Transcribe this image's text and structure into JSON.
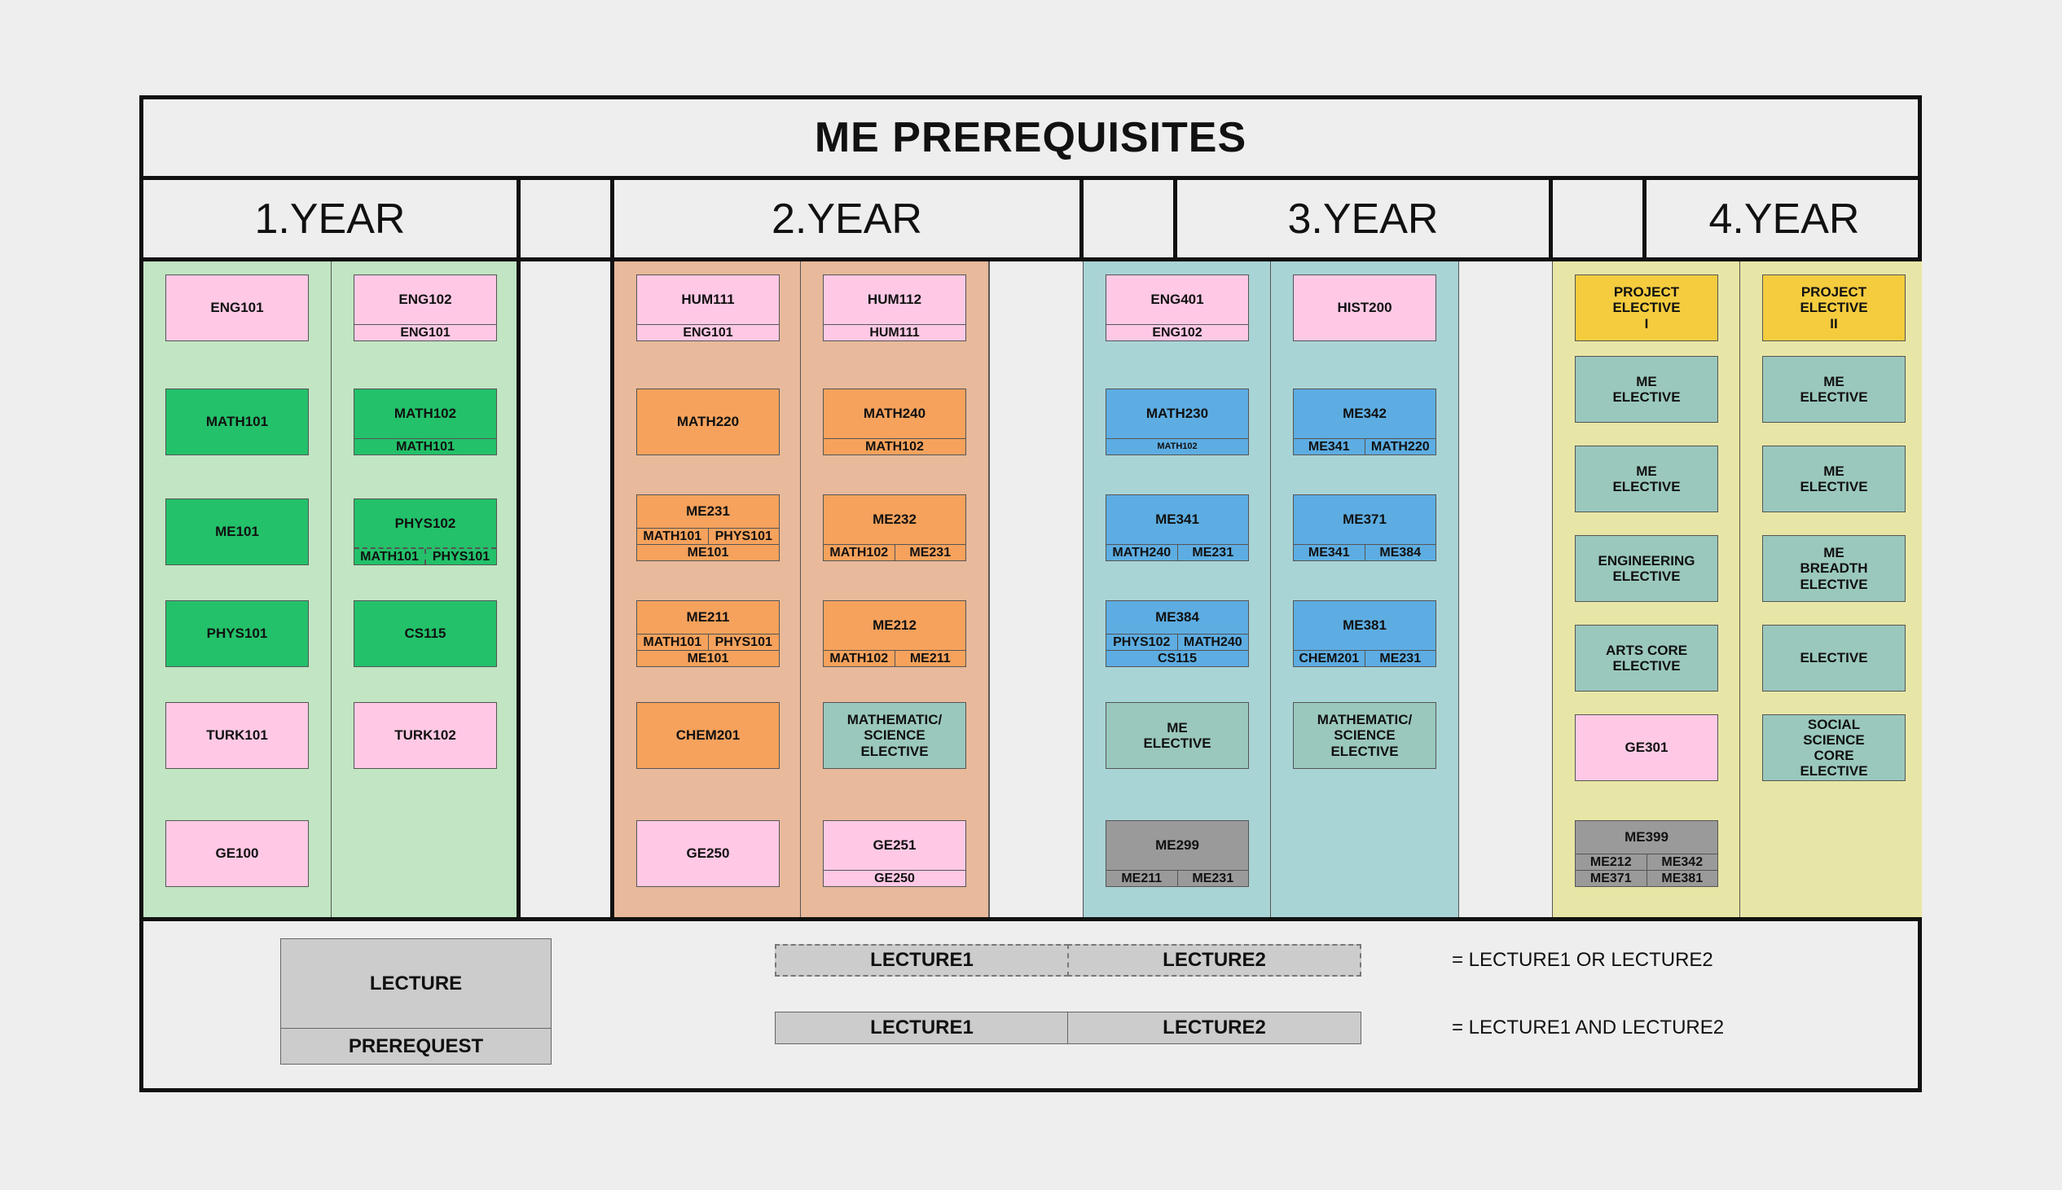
{
  "title": "ME PREREQUISITES",
  "years": [
    "1.YEAR",
    "2.YEAR",
    "3.YEAR",
    "4.YEAR"
  ],
  "colors": {
    "year1_bg": "#c2e5c3",
    "year2_bg": "#e8b99b",
    "year3_bg": "#a9d4d6",
    "year4_bg": "#e8e6a6",
    "pink": "#ffc9e5",
    "green": "#23c16a",
    "orange": "#f6a25c",
    "blue": "#5dade2",
    "teal": "#9ac8bd",
    "yellow": "#f4cc3e",
    "gray": "#9a9a9a"
  },
  "columns": [
    {
      "courses": [
        {
          "name": "ENG101",
          "color": "pink",
          "prereq": []
        },
        {
          "name": "MATH101",
          "color": "green",
          "prereq": []
        },
        {
          "name": "ME101",
          "color": "green",
          "prereq": []
        },
        {
          "name": "PHYS101",
          "color": "green",
          "prereq": []
        },
        {
          "name": "TURK101",
          "color": "pink",
          "prereq": []
        },
        {
          "name": "GE100",
          "color": "pink",
          "prereq": []
        }
      ]
    },
    {
      "courses": [
        {
          "name": "ENG102",
          "color": "pink",
          "prereq": [
            [
              "ENG101"
            ]
          ]
        },
        {
          "name": "MATH102",
          "color": "green",
          "prereq": [
            [
              "MATH101"
            ]
          ]
        },
        {
          "name": "PHYS102",
          "color": "green",
          "prereq": [
            [
              "MATH101",
              "PHYS101"
            ]
          ],
          "or": true
        },
        {
          "name": "CS115",
          "color": "green",
          "prereq": []
        },
        {
          "name": "TURK102",
          "color": "pink",
          "prereq": []
        }
      ]
    },
    {
      "courses": [
        {
          "name": "HUM111",
          "color": "pink",
          "prereq": [
            [
              "ENG101"
            ]
          ]
        },
        {
          "name": "MATH220",
          "color": "orange",
          "prereq": []
        },
        {
          "name": "ME231",
          "color": "orange",
          "prereq": [
            [
              "MATH101",
              "PHYS101"
            ],
            [
              "ME101"
            ]
          ]
        },
        {
          "name": "ME211",
          "color": "orange",
          "prereq": [
            [
              "MATH101",
              "PHYS101"
            ],
            [
              "ME101"
            ]
          ]
        },
        {
          "name": "CHEM201",
          "color": "orange",
          "prereq": []
        },
        {
          "name": "GE250",
          "color": "pink",
          "prereq": []
        }
      ]
    },
    {
      "courses": [
        {
          "name": "HUM112",
          "color": "pink",
          "prereq": [
            [
              "HUM111"
            ]
          ]
        },
        {
          "name": "MATH240",
          "color": "orange",
          "prereq": [
            [
              "MATH102"
            ]
          ]
        },
        {
          "name": "ME232",
          "color": "orange",
          "prereq": [
            [
              "MATH102",
              "ME231"
            ]
          ]
        },
        {
          "name": "ME212",
          "color": "orange",
          "prereq": [
            [
              "MATH102",
              "ME211"
            ]
          ]
        },
        {
          "name": "MATHEMATIC/\nSCIENCE\nELECTIVE",
          "color": "teal",
          "prereq": []
        },
        {
          "name": "GE251",
          "color": "pink",
          "prereq": [
            [
              "GE250"
            ]
          ]
        }
      ]
    },
    {
      "courses": [
        {
          "name": "ENG401",
          "color": "pink",
          "prereq": [
            [
              "ENG102"
            ]
          ]
        },
        {
          "name": "MATH230",
          "color": "blue",
          "prereq": [
            [
              "MATH102"
            ]
          ],
          "small": true
        },
        {
          "name": "ME341",
          "color": "blue",
          "prereq": [
            [
              "MATH240",
              "ME231"
            ]
          ]
        },
        {
          "name": "ME384",
          "color": "blue",
          "prereq": [
            [
              "PHYS102",
              "MATH240"
            ],
            [
              "CS115"
            ]
          ]
        },
        {
          "name": "ME\nELECTIVE",
          "color": "teal",
          "prereq": []
        },
        {
          "name": "ME299",
          "color": "gray",
          "prereq": [
            [
              "ME211",
              "ME231"
            ]
          ]
        }
      ]
    },
    {
      "courses": [
        {
          "name": "HIST200",
          "color": "pink",
          "prereq": []
        },
        {
          "name": "ME342",
          "color": "blue",
          "prereq": [
            [
              "ME341",
              "MATH220"
            ]
          ]
        },
        {
          "name": "ME371",
          "color": "blue",
          "prereq": [
            [
              "ME341",
              "ME384"
            ]
          ]
        },
        {
          "name": "ME381",
          "color": "blue",
          "prereq": [
            [
              "CHEM201",
              "ME231"
            ]
          ]
        },
        {
          "name": "MATHEMATIC/\nSCIENCE\nELECTIVE",
          "color": "teal",
          "prereq": []
        }
      ]
    },
    {
      "courses": [
        {
          "name": "PROJECT\nELECTIVE\nI",
          "color": "yellow",
          "prereq": []
        },
        {
          "name": "ME\nELECTIVE",
          "color": "teal",
          "prereq": []
        },
        {
          "name": "ME\nELECTIVE",
          "color": "teal",
          "prereq": []
        },
        {
          "name": "ENGINEERING\nELECTIVE",
          "color": "teal",
          "prereq": []
        },
        {
          "name": "ARTS CORE\nELECTIVE",
          "color": "teal",
          "prereq": []
        },
        {
          "name": "GE301",
          "color": "pink",
          "prereq": []
        },
        {
          "name": "ME399",
          "color": "gray",
          "prereq": [
            [
              "ME212",
              "ME342"
            ],
            [
              "ME371",
              "ME381"
            ]
          ]
        }
      ]
    },
    {
      "courses": [
        {
          "name": "PROJECT\nELECTIVE\nII",
          "color": "yellow",
          "prereq": []
        },
        {
          "name": "ME\nELECTIVE",
          "color": "teal",
          "prereq": []
        },
        {
          "name": "ME\nELECTIVE",
          "color": "teal",
          "prereq": []
        },
        {
          "name": "ME\nBREADTH\nELECTIVE",
          "color": "teal",
          "prereq": []
        },
        {
          "name": "ELECTIVE",
          "color": "teal",
          "prereq": []
        },
        {
          "name": "SOCIAL\nSCIENCE\nCORE\nELECTIVE",
          "color": "teal",
          "prereq": []
        }
      ]
    }
  ],
  "legend": {
    "lecture": "LECTURE",
    "prerequest": "PREREQUEST",
    "lecture1": "LECTURE1",
    "lecture2": "LECTURE2",
    "or_text": "= LECTURE1 OR LECTURE2",
    "and_text": "= LECTURE1 AND LECTURE2"
  }
}
